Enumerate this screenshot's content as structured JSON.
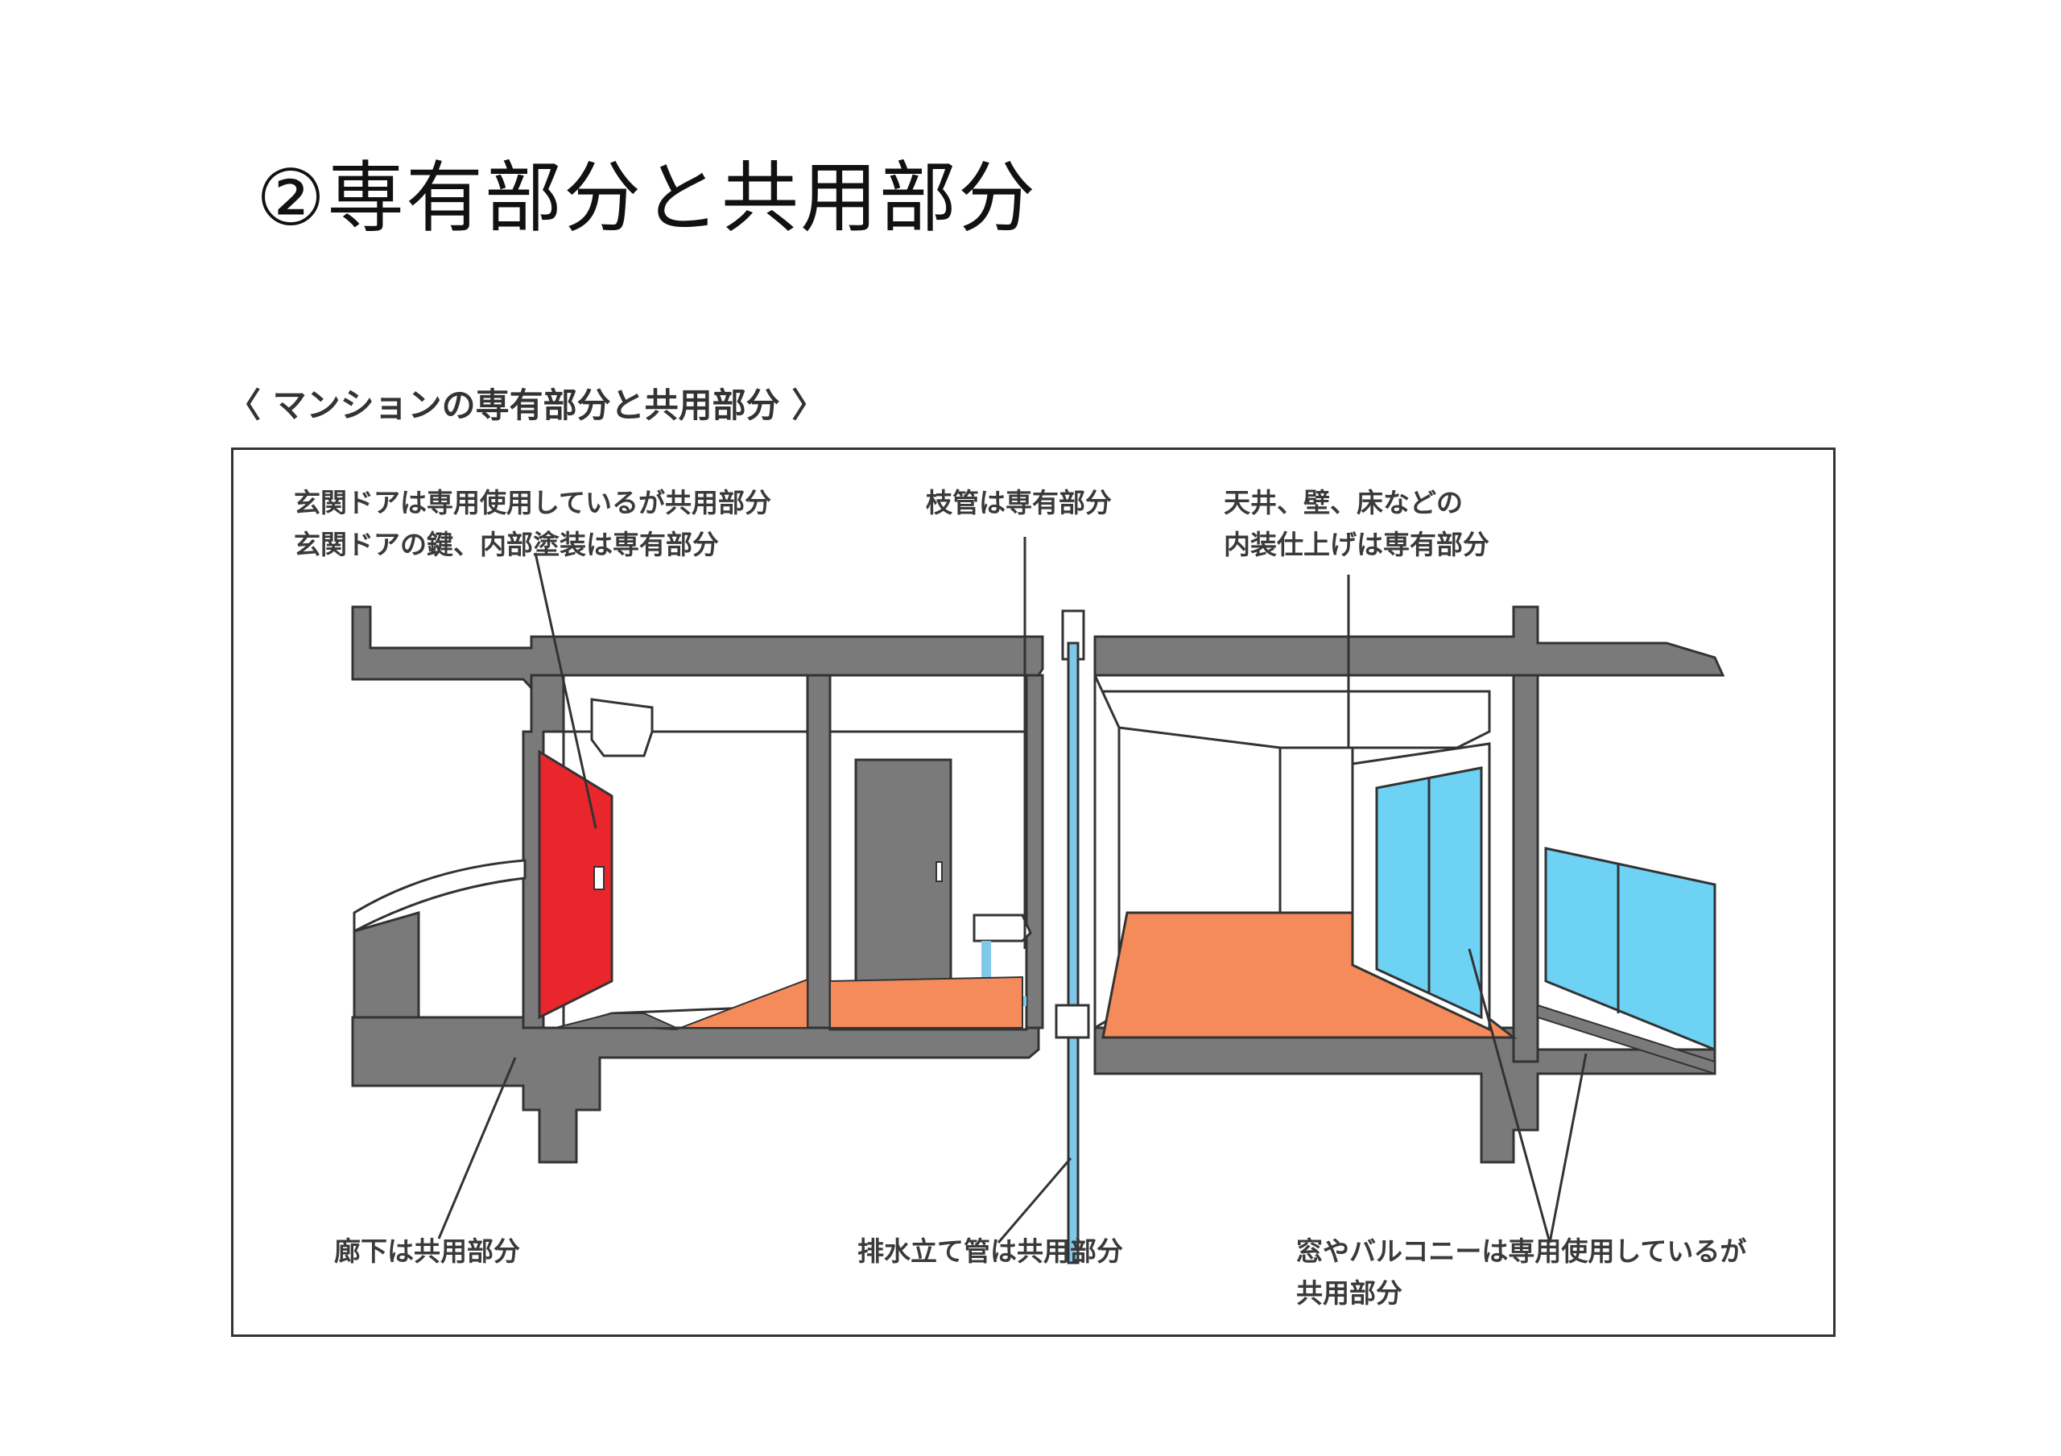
{
  "slide": {
    "title": "②専有部分と共用部分"
  },
  "figure": {
    "caption": "〈 マンションの専有部分と共用部分 〉",
    "labels": {
      "entrance_door": {
        "line1": "玄関ドアは専用使用しているが共用部分",
        "line2": "玄関ドアの鍵、内部塗装は専有部分"
      },
      "branch_pipe": "枝管は専有部分",
      "interior": {
        "line1": "天井、壁、床などの",
        "line2": "内装仕上げは専有部分"
      },
      "corridor": "廊下は共用部分",
      "drain_stack": "排水立て管は共用部分",
      "window_balcony": {
        "line1": "窓やバルコニーは専用使用しているが",
        "line2": "共用部分"
      }
    },
    "colors": {
      "structure": "#7a7a7b",
      "door": "#e8262b",
      "floor": "#f58a5a",
      "glass": "#6ed2f5",
      "pipe": "#7ec8ea",
      "interior": "#ffffff"
    }
  }
}
